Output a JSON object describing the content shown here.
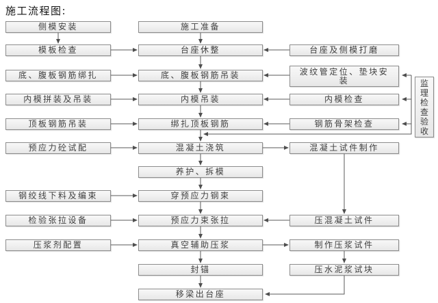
{
  "title": "施工流程图:",
  "colors": {
    "box_fill": "#efefef",
    "box_border": "#8c8c8c",
    "line": "#5a5a5a",
    "text": "#3f3f3f",
    "background": "#ffffff"
  },
  "nodes": {
    "side_form_install": "侧模安装",
    "form_check": "模板检查",
    "bottom_web_rebar_tie": "底、腹板钢筋绑扎",
    "inner_form_assemble": "内模拼装及吊装",
    "top_slab_rebar_lift": "顶板钢筋吊装",
    "prestress_concrete_trial": "预应力砼试配",
    "strand_cut_bundle": "钢绞线下料及编束",
    "tension_equip_check": "检验张拉设备",
    "grout_agent_prep": "压浆剂配置",
    "construction_prep": "施工准备",
    "pedestal_repair": "台座休整",
    "bottom_web_rebar_lift": "底、腹板钢筋吊装",
    "inner_form_lift": "内模吊装",
    "top_slab_rebar_tie": "绑扎顶板钢筋",
    "concrete_pour": "混凝土浇筑",
    "cure_demold": "养护、拆模",
    "thread_tendon": "穿预应力钢束",
    "tendon_tension": "预应力束张拉",
    "vacuum_grout": "真空辅助压浆",
    "seal_anchor": "封锚",
    "move_girder": "移梁出台座",
    "pedestal_sideform_grind": "台座及侧模打磨",
    "duct_position_pad": "波纹管定位、垫块安装",
    "inner_form_check": "内模检查",
    "rebar_frame_check": "钢筋骨架检查",
    "concrete_specimen_make": "混凝土试件制作",
    "concrete_specimen_press": "压混凝土试件",
    "grout_specimen_make": "制作压浆试件",
    "cement_block_press": "压水泥浆试块",
    "supervision": "监理检查验收"
  },
  "edges": [
    "side_form_install→form_check",
    "construction_prep→pedestal_repair",
    "form_check→pedestal_repair",
    "pedestal_sideform_grind→pedestal_repair",
    "pedestal_repair→bottom_web_rebar_lift",
    "bottom_web_rebar_tie→bottom_web_rebar_lift",
    "duct_position_pad→bottom_web_rebar_lift",
    "bottom_web_rebar_lift→inner_form_lift",
    "inner_form_assemble→inner_form_lift",
    "inner_form_check→inner_form_lift",
    "inner_form_lift→top_slab_rebar_tie",
    "top_slab_rebar_lift→top_slab_rebar_tie",
    "rebar_frame_check→top_slab_rebar_tie",
    "top_slab_rebar_tie→concrete_pour",
    "supervision→duct_position_pad",
    "supervision→inner_form_check",
    "supervision→rebar_frame_check",
    "supervision→concrete_pour",
    "prestress_concrete_trial→concrete_pour",
    "concrete_pour→concrete_specimen_make",
    "concrete_pour→cure_demold",
    "cure_demold→thread_tendon",
    "strand_cut_bundle→thread_tendon",
    "thread_tendon→tendon_tension",
    "tension_equip_check→tendon_tension",
    "concrete_specimen_make→concrete_specimen_press",
    "concrete_specimen_press→tendon_tension",
    "tendon_tension→vacuum_grout",
    "grout_agent_prep→vacuum_grout",
    "vacuum_grout→grout_specimen_make",
    "vacuum_grout→seal_anchor",
    "grout_specimen_make→cement_block_press",
    "seal_anchor→move_girder",
    "cement_block_press→move_girder"
  ]
}
